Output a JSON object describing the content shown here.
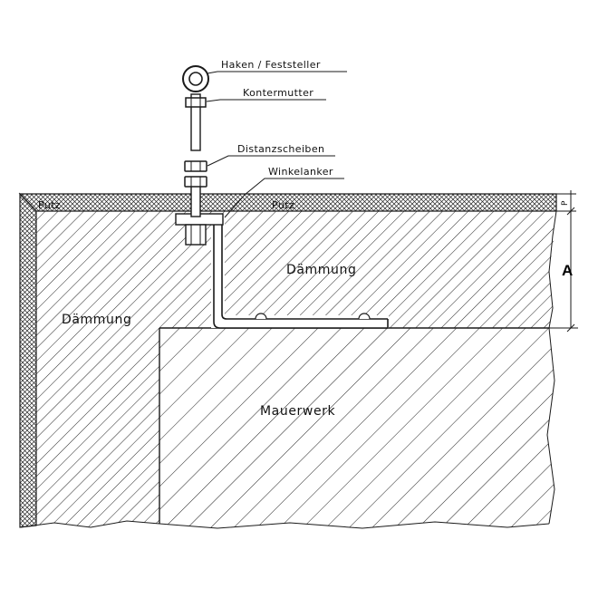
{
  "labels": {
    "hook": "Haken / Feststeller",
    "locknut": "Kontermutter",
    "spacers": "Distanzscheiben",
    "angle_anchor": "Winkelanker",
    "plaster_left": "Putz",
    "plaster_right": "Putz",
    "insulation_top": "Dämmung",
    "insulation_left": "Dämmung",
    "masonry": "Mauerwerk",
    "plaster_dim": "P",
    "dimension_a": "A"
  },
  "colors": {
    "line": "#1a1a1a",
    "background": "#ffffff"
  }
}
